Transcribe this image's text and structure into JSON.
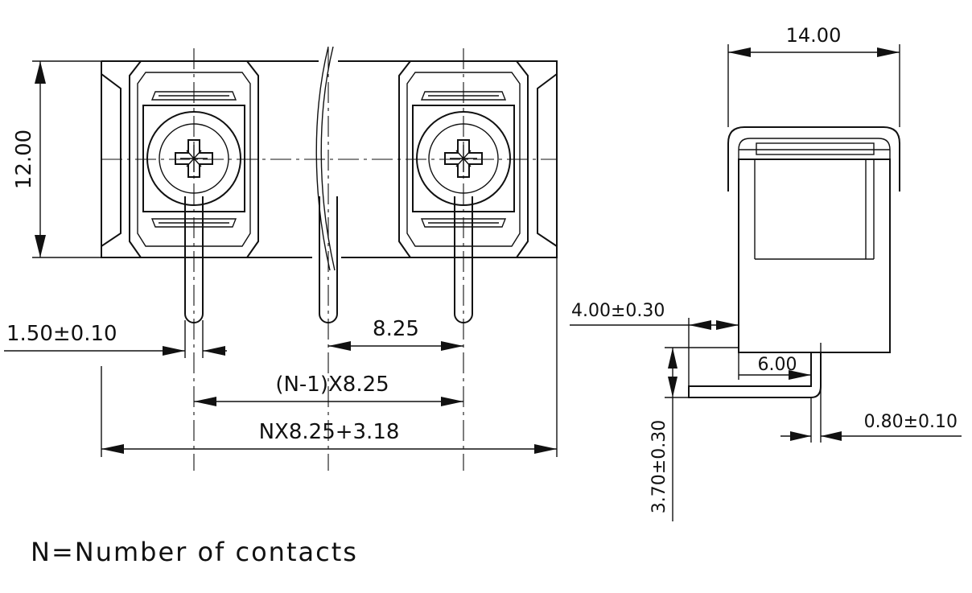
{
  "front_view": {
    "height_dim": "12.00",
    "pin_width_dim": "1.50±0.10",
    "pitch_dim": "8.25",
    "span_dim": "(N-1)X8.25",
    "total_dim": "NX8.25+3.18"
  },
  "side_view": {
    "width_dim": "14.00",
    "offset_dim": "4.00±0.30",
    "pin_pos_dim": "6.00",
    "pin_thick_dim": "0.80±0.10",
    "pin_len_dim": "3.70±0.30"
  },
  "legend": "N=Number of contacts"
}
